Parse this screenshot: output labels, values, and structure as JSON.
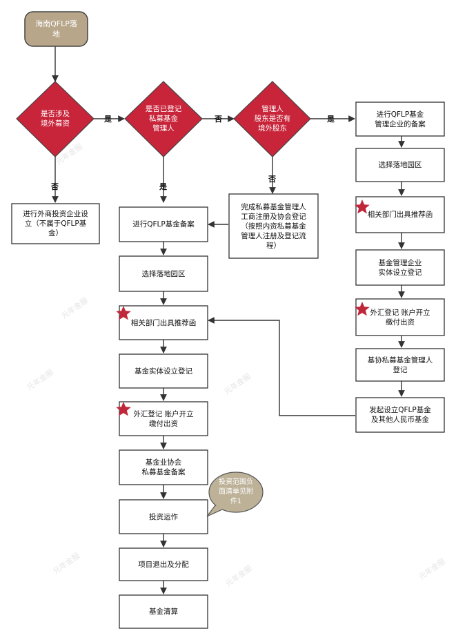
{
  "start": {
    "label": "海南QFLP落\n地"
  },
  "decisions": {
    "d1": "是否涉及\n境外募资",
    "d2": "是否已登记\n私募基金\n管理人",
    "d3": "管理人\n股东是否有\n境外股东"
  },
  "edges": {
    "yes": "是",
    "no": "否"
  },
  "boxes": {
    "waishang": "进行外商投资企业设\n立（不属于QFLP基\n金）",
    "wancheng": "完成私募基金管理人\n工商注册及协会登记\n（按照内资私募基金\n管理人注册及登记流\n程）",
    "m1": "进行QFLP基金备案",
    "m2": "选择落地园区",
    "m3": "相关部门出具推荐函",
    "m4": "基金实体设立登记",
    "m5": "外汇登记 账户开立\n缴付出资",
    "m6": "基金业协会\n私募基金备案",
    "m7": "投资运作",
    "m8": "项目退出及分配",
    "m9": "基金清算",
    "r1": "进行QFLP基金\n管理企业的备案",
    "r2": "选择落地园区",
    "r3": "相关部门出具推荐函",
    "r4": "基金管理企业\n实体设立登记",
    "r5": "外汇登记 账户开立\n缴付出资",
    "r6": "基协私募基金管理人\n登记",
    "r7": "发起设立QFLP基金\n及其他人民币基金"
  },
  "bubble": {
    "label": "投资范围负\n面清单见附\n件1"
  },
  "watermark": "元年金服",
  "colors": {
    "start_fill": "#b7a68a",
    "diamond_fill": "#c8243a",
    "star": "#c0273a",
    "bubble_fill": "#bdb198",
    "line": "#333333"
  }
}
